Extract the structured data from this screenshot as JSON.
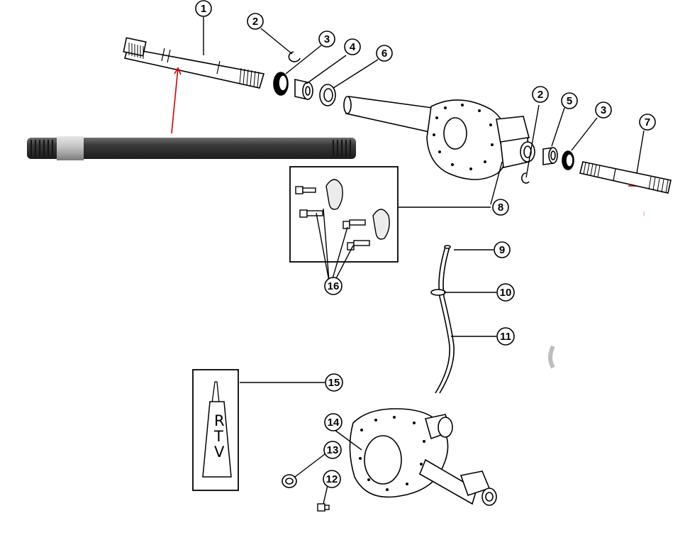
{
  "callouts": [
    {
      "id": "c1",
      "label": "1"
    },
    {
      "id": "c2a",
      "label": "2"
    },
    {
      "id": "c3a",
      "label": "3"
    },
    {
      "id": "c4",
      "label": "4"
    },
    {
      "id": "c6",
      "label": "6"
    },
    {
      "id": "c2b",
      "label": "2"
    },
    {
      "id": "c5",
      "label": "5"
    },
    {
      "id": "c3b",
      "label": "3"
    },
    {
      "id": "c7",
      "label": "7"
    },
    {
      "id": "c8",
      "label": "8"
    },
    {
      "id": "c9",
      "label": "9"
    },
    {
      "id": "c10",
      "label": "10"
    },
    {
      "id": "c11",
      "label": "11"
    },
    {
      "id": "c15",
      "label": "15"
    },
    {
      "id": "c16",
      "label": "16"
    },
    {
      "id": "c14",
      "label": "14"
    },
    {
      "id": "c13",
      "label": "13"
    },
    {
      "id": "c12",
      "label": "12"
    }
  ],
  "rtv_tube": {
    "letters": [
      "R",
      "T",
      "V"
    ]
  },
  "colors": {
    "line": "#000000",
    "annotation_arrow": "#d40000",
    "photo_shaft": "#2f2f2f"
  }
}
